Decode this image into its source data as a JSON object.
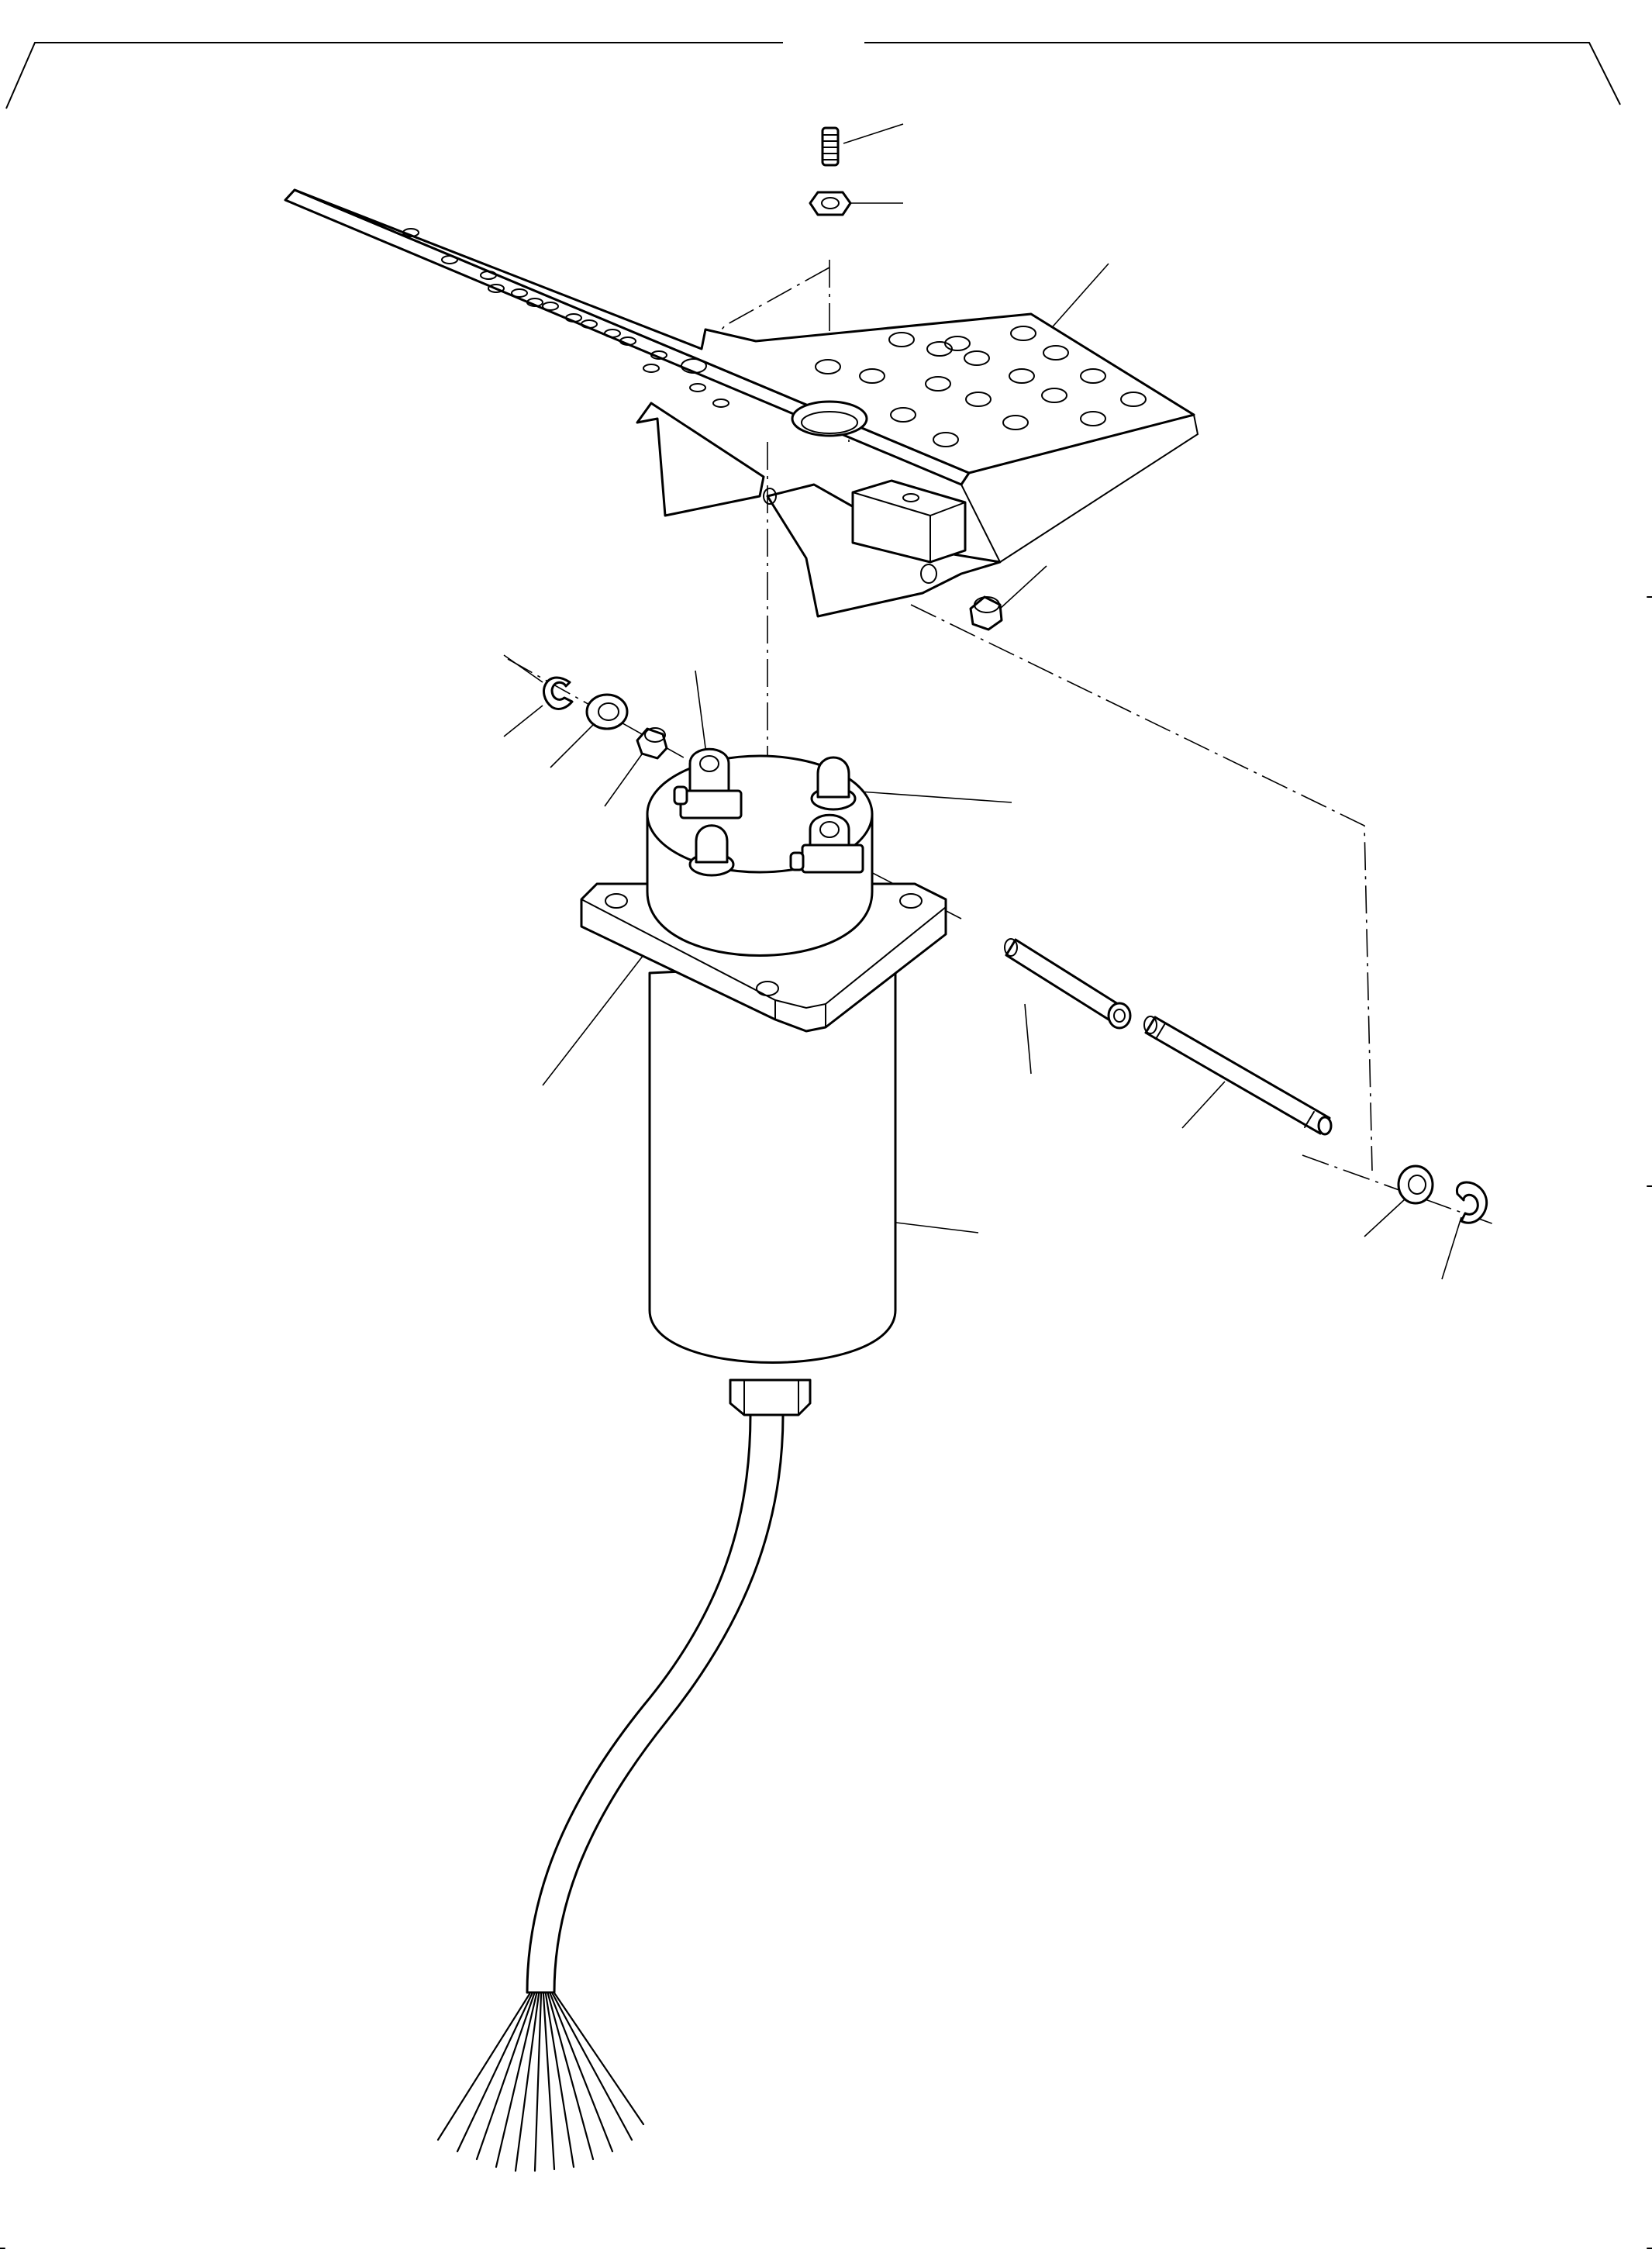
{
  "drawing": {
    "kind": "exploded-parts-view",
    "line_color": "#000000",
    "background": "#ffffff",
    "parts": [
      "set-screw",
      "hex-nut",
      "foot-pedal",
      "bushing",
      "snap-ring",
      "washer",
      "spacer",
      "clevis-bracket",
      "stop-bumper",
      "sensor-body",
      "sleeve",
      "pivot-pin",
      "cable-gland",
      "cable",
      "wire-leads"
    ]
  }
}
